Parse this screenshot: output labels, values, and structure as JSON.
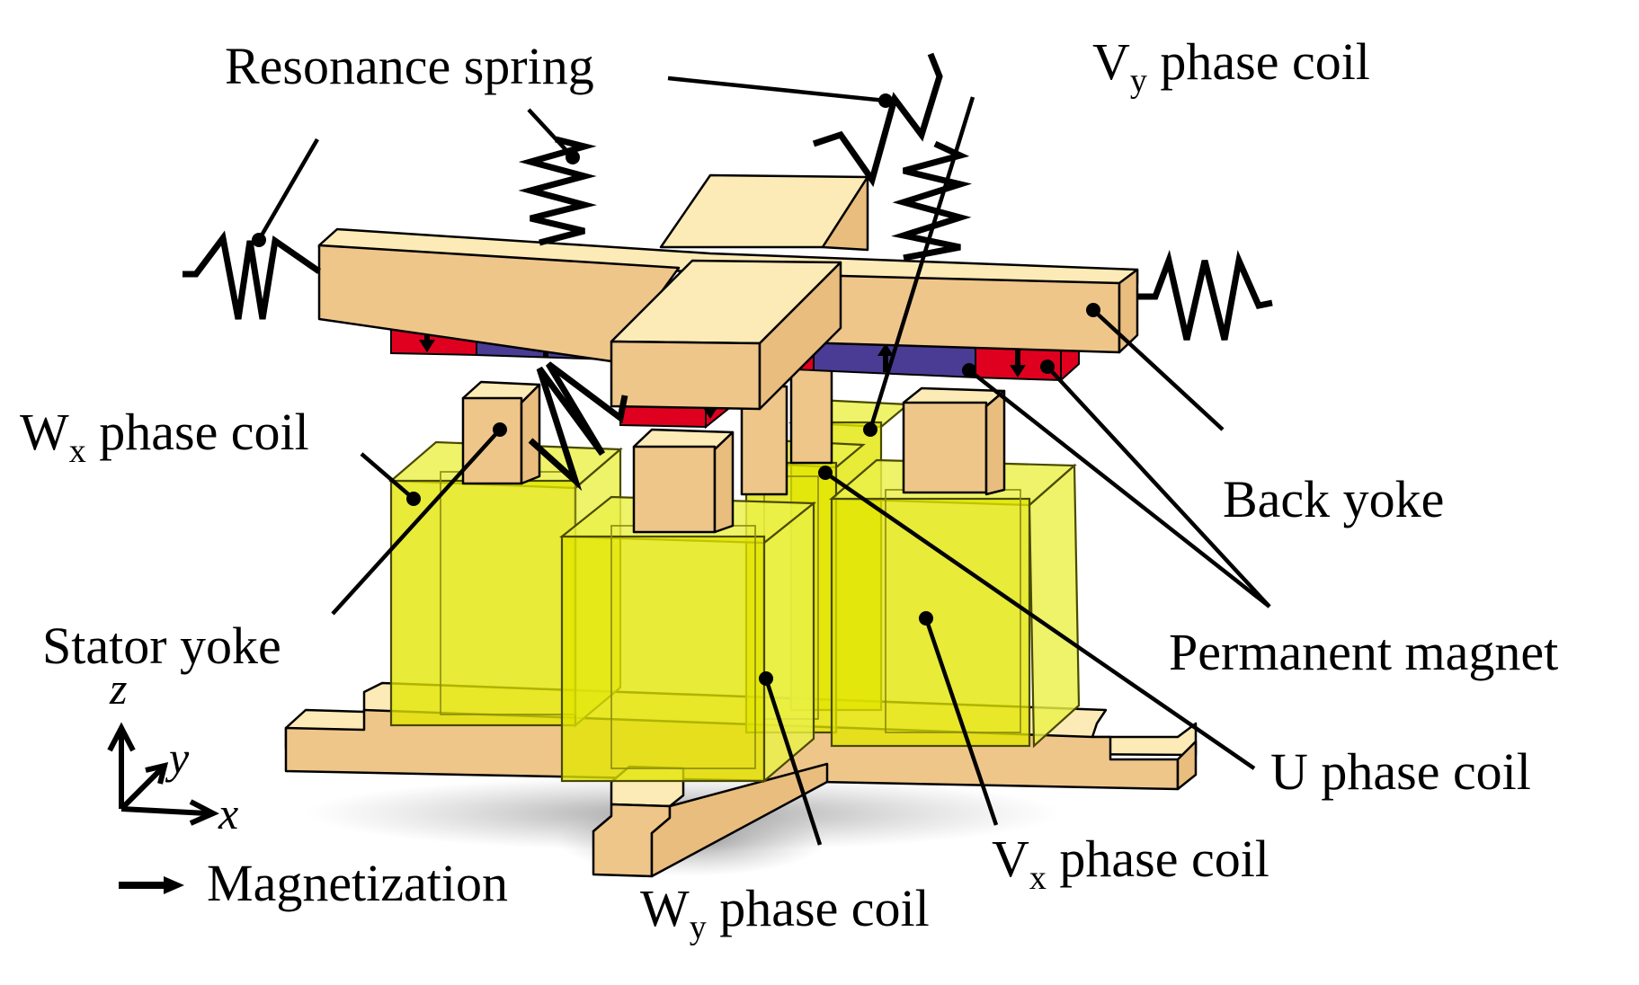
{
  "figure": {
    "type": "exploded-3d-device-diagram",
    "subject": "resonant actuator with back yoke, permanent magnets, stator yokes and phase coils"
  },
  "labels": {
    "resonance_spring": "Resonance spring",
    "vy_phase_coil": {
      "main": "V",
      "subscript": "y",
      "rest": " phase coil"
    },
    "wx_phase_coil": {
      "main": "W",
      "subscript": "x",
      "rest": " phase coil"
    },
    "back_yoke": "Back yoke",
    "stator_yoke": "Stator yoke",
    "permanent_magnet": "Permanent magnet",
    "u_phase_coil": "U phase coil",
    "vx_phase_coil": {
      "main": "V",
      "subscript": "x",
      "rest": " phase coil"
    },
    "wy_phase_coil": {
      "main": "W",
      "subscript": "y",
      "rest": " phase coil"
    }
  },
  "axes": {
    "x": "x",
    "y": "y",
    "z": "z"
  },
  "legend": {
    "arrow_meaning": "Magnetization"
  },
  "colors": {
    "yoke": "#efc68a",
    "yoke_top": "#fcebb6",
    "coil": "#e2e600",
    "magnet_red": "#df0020",
    "magnet_blue": "#4a3c94",
    "line": "#000000"
  },
  "magnets": [
    {
      "position": "left-arm-outer",
      "color": "red",
      "magnetization": "down"
    },
    {
      "position": "left-arm-inner",
      "color": "blue",
      "magnetization": "up"
    },
    {
      "position": "front-arm-outer",
      "color": "red",
      "magnetization": "down"
    },
    {
      "position": "front-arm-inner",
      "color": "blue",
      "magnetization": "up"
    },
    {
      "position": "right-arm-inner-a",
      "color": "red",
      "magnetization": "down"
    },
    {
      "position": "right-arm-inner-b",
      "color": "blue",
      "magnetization": "up"
    },
    {
      "position": "right-arm-outer",
      "color": "red",
      "magnetization": "down"
    }
  ],
  "springs_count": 6
}
